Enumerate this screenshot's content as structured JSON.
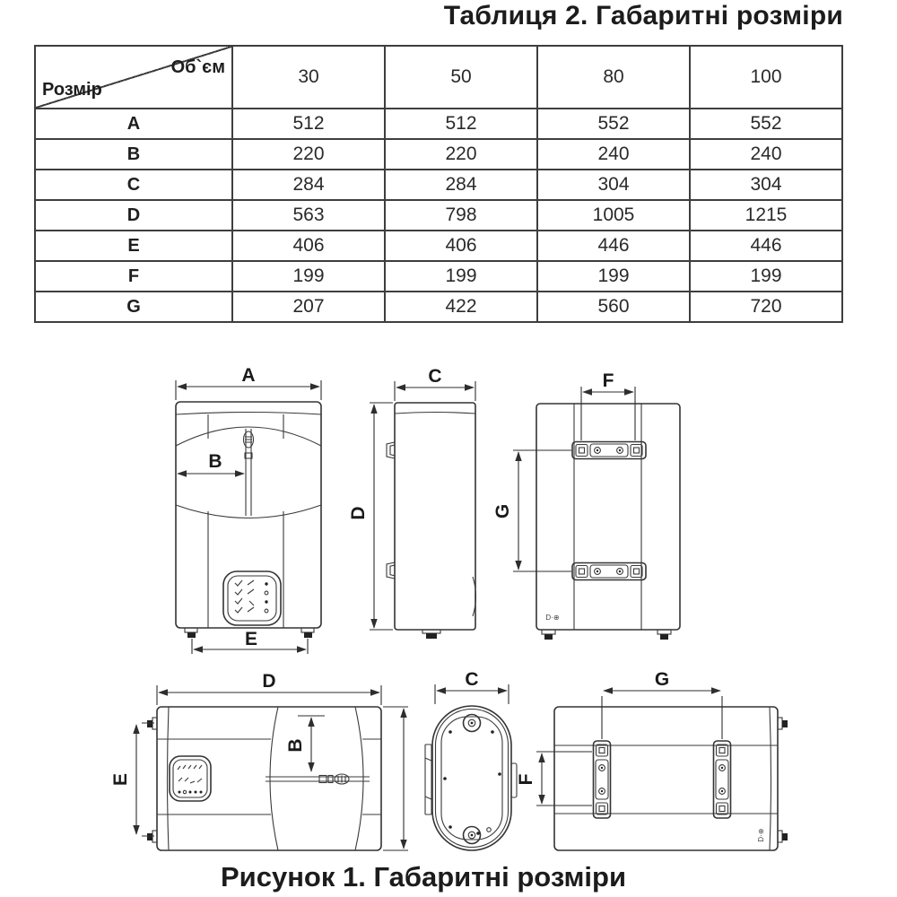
{
  "table": {
    "title": "Таблиця 2. Габаритні розміри",
    "corner": {
      "top": "Об`єм",
      "bottom": "Розмір"
    },
    "columns": [
      "30",
      "50",
      "80",
      "100"
    ],
    "rows": [
      {
        "label": "A",
        "values": [
          "512",
          "512",
          "552",
          "552"
        ]
      },
      {
        "label": "B",
        "values": [
          "220",
          "220",
          "240",
          "240"
        ]
      },
      {
        "label": "C",
        "values": [
          "284",
          "284",
          "304",
          "304"
        ]
      },
      {
        "label": "D",
        "values": [
          "563",
          "798",
          "1005",
          "1215"
        ]
      },
      {
        "label": "E",
        "values": [
          "406",
          "406",
          "446",
          "446"
        ]
      },
      {
        "label": "F",
        "values": [
          "199",
          "199",
          "199",
          "199"
        ]
      },
      {
        "label": "G",
        "values": [
          "207",
          "422",
          "560",
          "720"
        ]
      }
    ]
  },
  "figure": {
    "caption": "Рисунок 1. Габаритні розміри",
    "labels": {
      "A": "A",
      "B": "B",
      "C": "C",
      "D": "D",
      "E": "E",
      "F": "F",
      "G": "G"
    },
    "brand_mark": "D·⊕"
  }
}
